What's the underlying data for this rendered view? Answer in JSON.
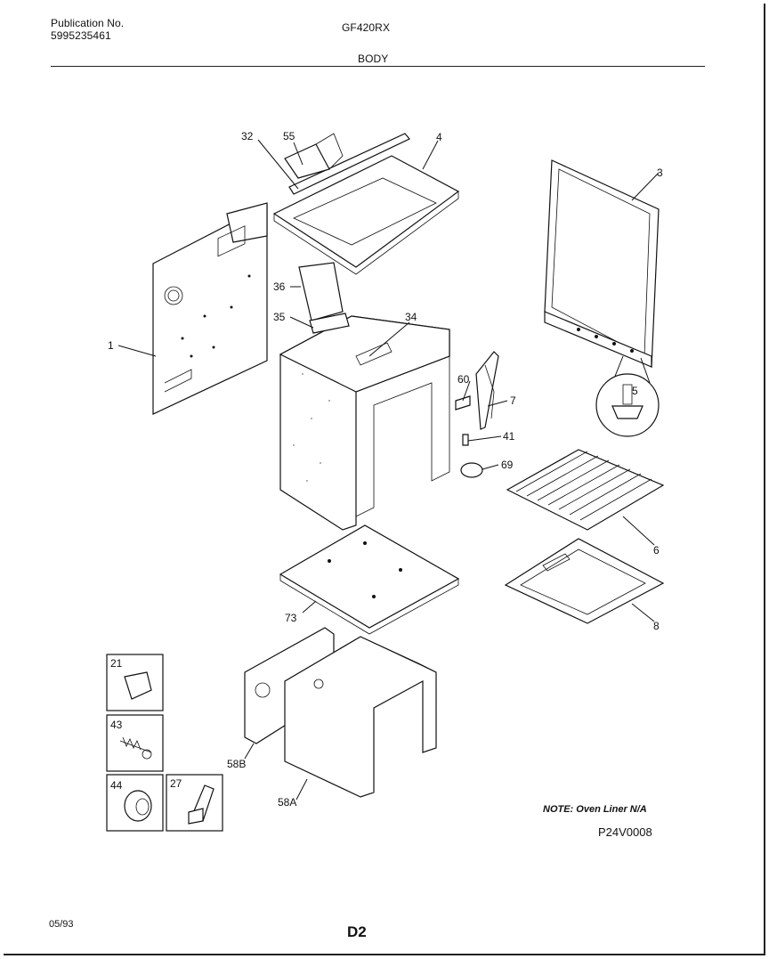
{
  "header": {
    "publication_label": "Publication No.",
    "publication_number": "5995235461",
    "model": "GF420RX",
    "section": "BODY"
  },
  "callouts": {
    "c1": "1",
    "c3": "3",
    "c4": "4",
    "c5": "5",
    "c6": "6",
    "c7": "7",
    "c8": "8",
    "c21": "21",
    "c27": "27",
    "c32": "32",
    "c34": "34",
    "c35": "35",
    "c36": "36",
    "c41": "41",
    "c43": "43",
    "c44": "44",
    "c55": "55",
    "c58A": "58A",
    "c58B": "58B",
    "c60": "60",
    "c69": "69",
    "c73": "73"
  },
  "footer": {
    "note": "NOTE: Oven Liner N/A",
    "drawing_code": "P24V0008",
    "date": "05/93",
    "page": "D2"
  }
}
